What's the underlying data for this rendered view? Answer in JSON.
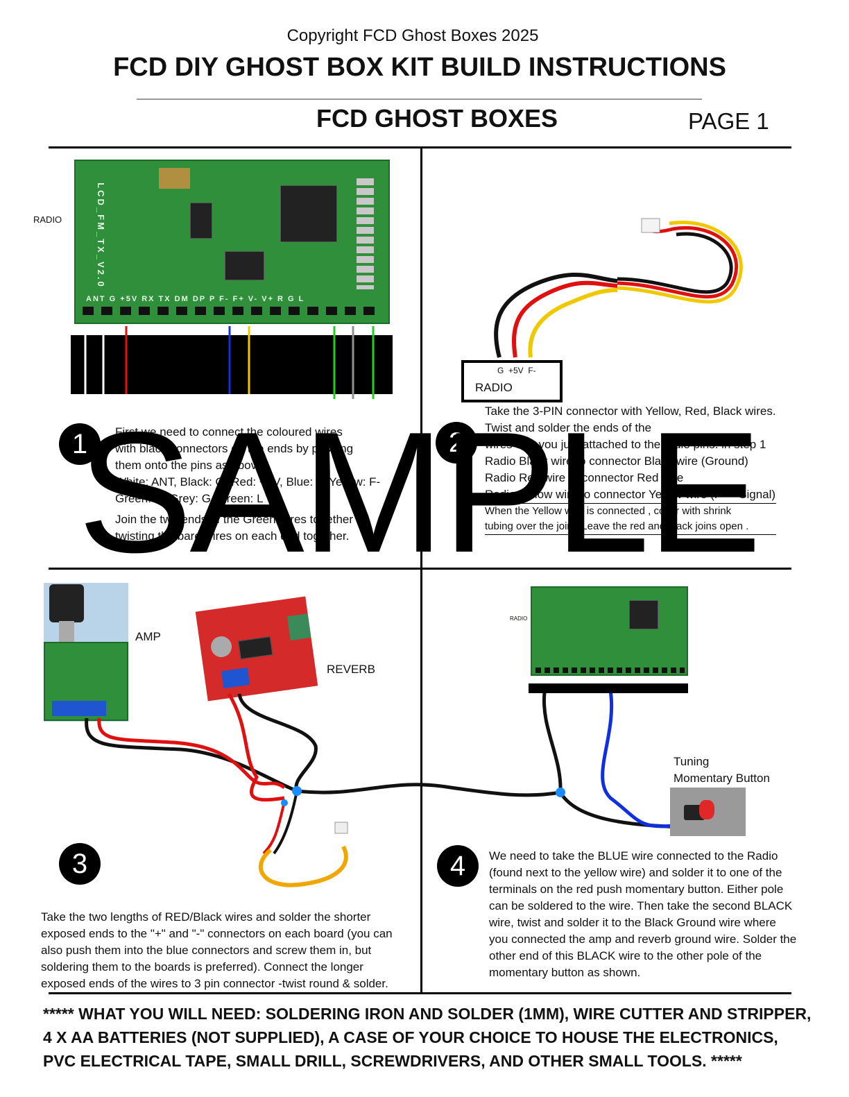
{
  "header": {
    "copyright": "Copyright FCD Ghost Boxes 2025",
    "title": "FCD DIY GHOST BOX KIT BUILD INSTRUCTIONS",
    "subtitle": "FCD GHOST BOXES",
    "page": "PAGE 1"
  },
  "step1": {
    "number": "1",
    "radio_label": "RADIO",
    "board_silkscreen": "LCD_FM_TX_V2.0",
    "pin_labels": "ANT G +5V RX TX DM DP P F- F+ V- V+ R G L",
    "lines": [
      "First we need to connect the coloured wires",
      "with black connectors on the ends by pushing",
      "them onto the pins as above:",
      "White: ANT,  Black: G, Red: +5V, Blue: P, Yellow: F-",
      "Green: R,  Grey: G, Green: L",
      "Join the two ends of the Green wires together by",
      "twisting the bare wires on each end together."
    ],
    "wire_colors": [
      "#ffffff",
      "#ffffff",
      "#e01010",
      "#1030e0",
      "#f0c800",
      "#20d020",
      "#909090",
      "#20d020"
    ]
  },
  "step2": {
    "number": "2",
    "radio_box_pins": "G  +5V  F-",
    "radio_box_label": "RADIO",
    "lines": [
      "Take the 3-PIN connector with Yellow, Red, Black wires.",
      "Twist and solder the ends of the",
      "wires that you just attached to the radio pins. in step 1",
      "Radio Black wire to connector Black wire (Ground)",
      "Radio Red wire to connector Red wire",
      "Radio Yellow wire to connector Yellow wire (F- = Signal)",
      "When the Yellow wire is connected , cover with shrink",
      "tubing over the joint.   Leave the red and black joins open ."
    ]
  },
  "step3": {
    "number": "3",
    "amp_label": "AMP",
    "reverb_label": "REVERB",
    "lines": [
      "Take the two lengths of RED/Black wires and solder the shorter",
      "exposed ends to the \"+\" and \"-\" connectors on each board (you can",
      "also push them into the blue connectors and screw them in, but",
      "soldering them to the boards is preferred). Connect the longer",
      "exposed ends of the wires to 3 pin connector -twist round & solder."
    ]
  },
  "step4": {
    "number": "4",
    "radio_label": "RADIO",
    "button_label_1": "Tuning",
    "button_label_2": "Momentary Button",
    "lines": [
      "We need to take the BLUE wire connected to the Radio",
      "(found next to the yellow wire) and solder it to one of the",
      "terminals on the red push momentary button. Either pole",
      "can be soldered to the wire. Then take the second BLACK",
      "wire, twist and solder it to the Black Ground wire where",
      "you connected the amp and reverb ground wire. Solder the",
      "other end of this BLACK wire to the other pole of the",
      "momentary button as shown."
    ]
  },
  "footer": {
    "lines": [
      "***** WHAT YOU WILL NEED:  SOLDERING IRON AND SOLDER (1MM), WIRE CUTTER AND STRIPPER,",
      "4 X AA BATTERIES (NOT SUPPLIED), A CASE OF YOUR CHOICE TO HOUSE THE ELECTRONICS,",
      "PVC ELECTRICAL TAPE,  SMALL DRILL, SCREWDRIVERS, AND OTHER SMALL TOOLS. *****"
    ]
  },
  "watermark": "SAMPLE"
}
